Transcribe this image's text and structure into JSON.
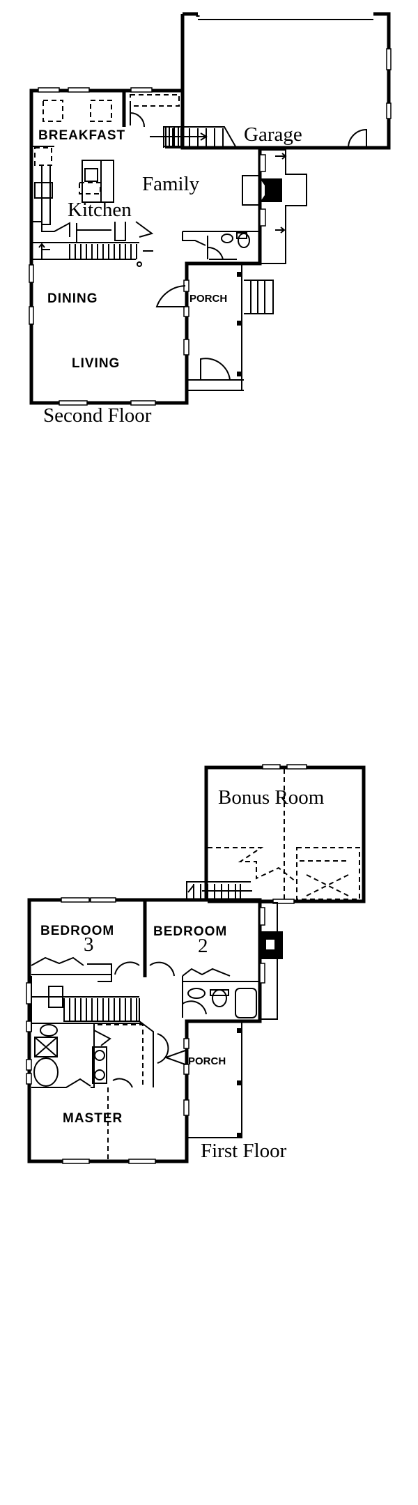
{
  "second_floor": {
    "title": "Second Floor",
    "rooms": {
      "garage": "Garage",
      "breakfast": "BREAKFAST",
      "family": "Family",
      "kitchen": "Kitchen",
      "dining": "DINING",
      "living": "LIVING",
      "porch": "PORCH"
    }
  },
  "first_floor": {
    "title": "First Floor",
    "rooms": {
      "bonus_room": "Bonus Room",
      "bedroom3": "BEDROOM",
      "bedroom3_num": "3",
      "bedroom2": "BEDROOM",
      "bedroom2_num": "2",
      "master": "MASTER",
      "porch": "PORCH"
    }
  }
}
